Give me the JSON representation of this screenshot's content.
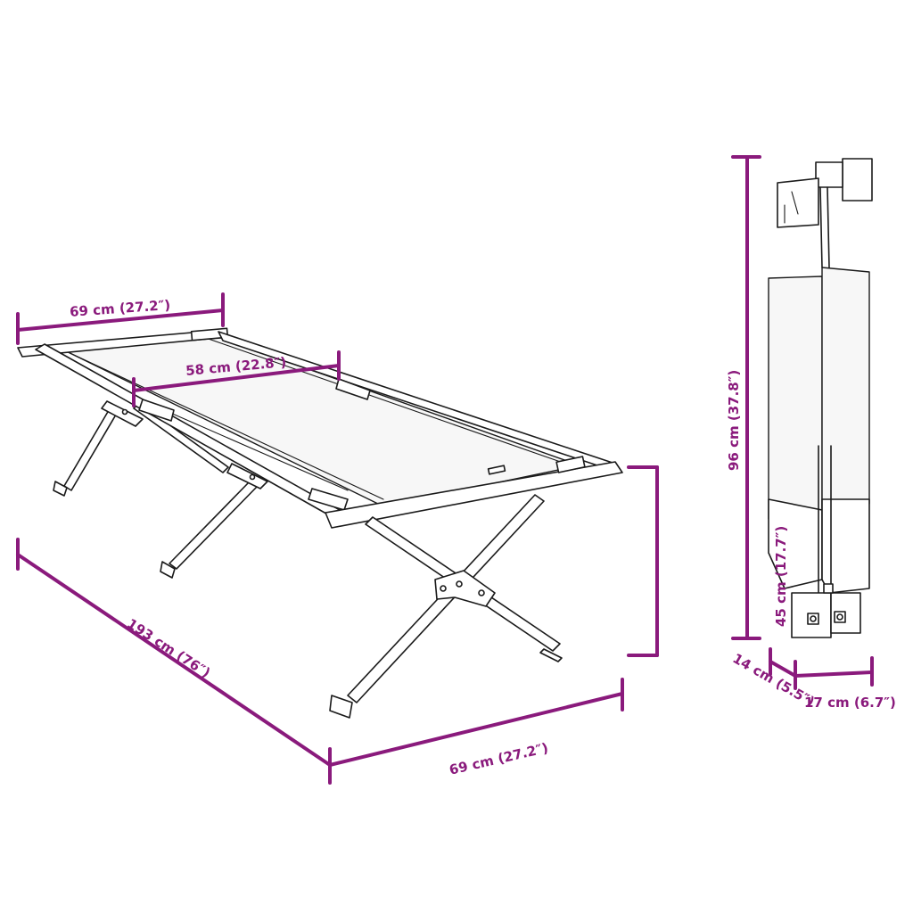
{
  "colors": {
    "dimension": "#8a1a7c",
    "outline": "#1a1a1a",
    "background": "#ffffff"
  },
  "dimensions": {
    "top_width": "69 cm (27.2″)",
    "inner_width": "58 cm (22.8″)",
    "length": "193 cm (76″)",
    "bottom_width": "69 cm (27.2″)",
    "height": "45 cm (17.7″)",
    "folded_height": "96 cm (37.8″)",
    "folded_depth": "14 cm (5.5″)",
    "folded_width": "17 cm (6.7″)"
  }
}
